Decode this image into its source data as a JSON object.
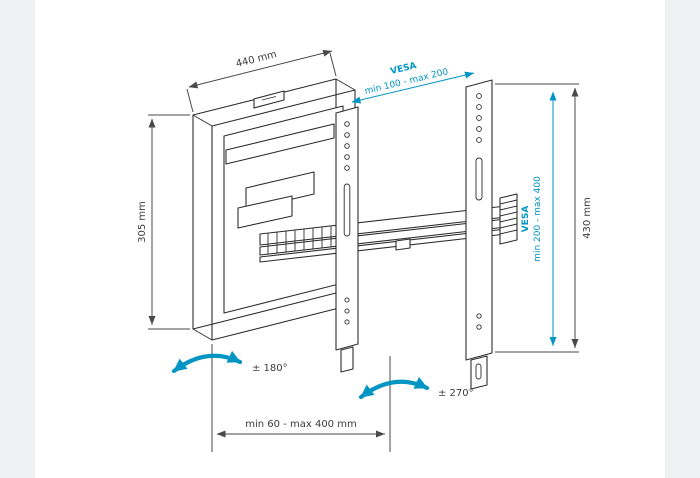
{
  "page": {
    "background": "#eef0f1",
    "canvas": "#ffffff"
  },
  "diagram": {
    "colors": {
      "line": "#2e2e2e",
      "dimension": "#4a4a4a",
      "accent": "#0095c2"
    },
    "dims": {
      "top_width": "440 mm",
      "left_height": "305 mm",
      "right_height": "430 mm",
      "bottom_extension": "min 60 - max 400 mm"
    },
    "vesa_top": {
      "title": "VESA",
      "range": "min 100 - max 200"
    },
    "vesa_right": {
      "title": "VESA",
      "range": "min 200 - max 400"
    },
    "rotation": {
      "swivel": "± 180°",
      "pivot": "± 270°"
    }
  }
}
